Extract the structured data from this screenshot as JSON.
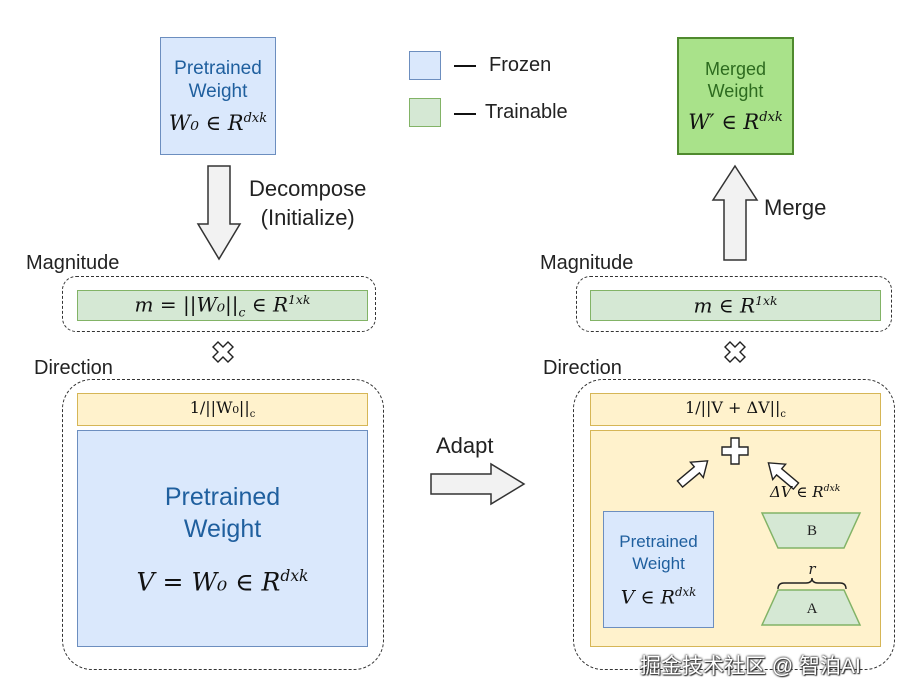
{
  "legend": {
    "frozen": "Frozen",
    "trainable": "Trainable"
  },
  "left": {
    "pretrained_top": {
      "title": "Pretrained\nWeight",
      "formula": "W₀ ∈ R",
      "formula_sup": "dxk"
    },
    "decompose_label": "Decompose\n(Initialize)",
    "magnitude_label": "Magnitude",
    "magnitude_formula": "m = ||W₀||",
    "magnitude_sub": "c",
    "magnitude_in": " ∈ R",
    "magnitude_sup": "1xk",
    "direction_label": "Direction",
    "norm_formula": "1/||W₀||",
    "norm_sub": "c",
    "pretrained_big": {
      "title": "Pretrained\nWeight",
      "formula": "V = W₀ ∈ R",
      "formula_sup": "dxk"
    }
  },
  "adapt_label": "Adapt",
  "right": {
    "merged": {
      "title": "Merged\nWeight",
      "formula": "W′ ∈ R",
      "formula_sup": "dxk"
    },
    "merge_label": "Merge",
    "magnitude_label": "Magnitude",
    "magnitude_formula": "m ∈ R",
    "magnitude_sup": "1xk",
    "direction_label": "Direction",
    "norm_formula": "1/||V + ΔV||",
    "norm_sub": "c",
    "plus": "+",
    "delta_formula": "ΔV ∈ R",
    "delta_sup": "dxk",
    "b_label": "B",
    "a_label": "A",
    "r_label": "r",
    "pretrained_small": {
      "title": "Pretrained\nWeight",
      "formula": "V ∈ R",
      "formula_sup": "dxk"
    }
  },
  "watermark": "掘金技术社区 @ 智泊AI",
  "colors": {
    "frozen": "#dae8fc",
    "trainable": "#d5e8d4",
    "merged": "#a9e28a",
    "norm": "#fff2cc"
  }
}
